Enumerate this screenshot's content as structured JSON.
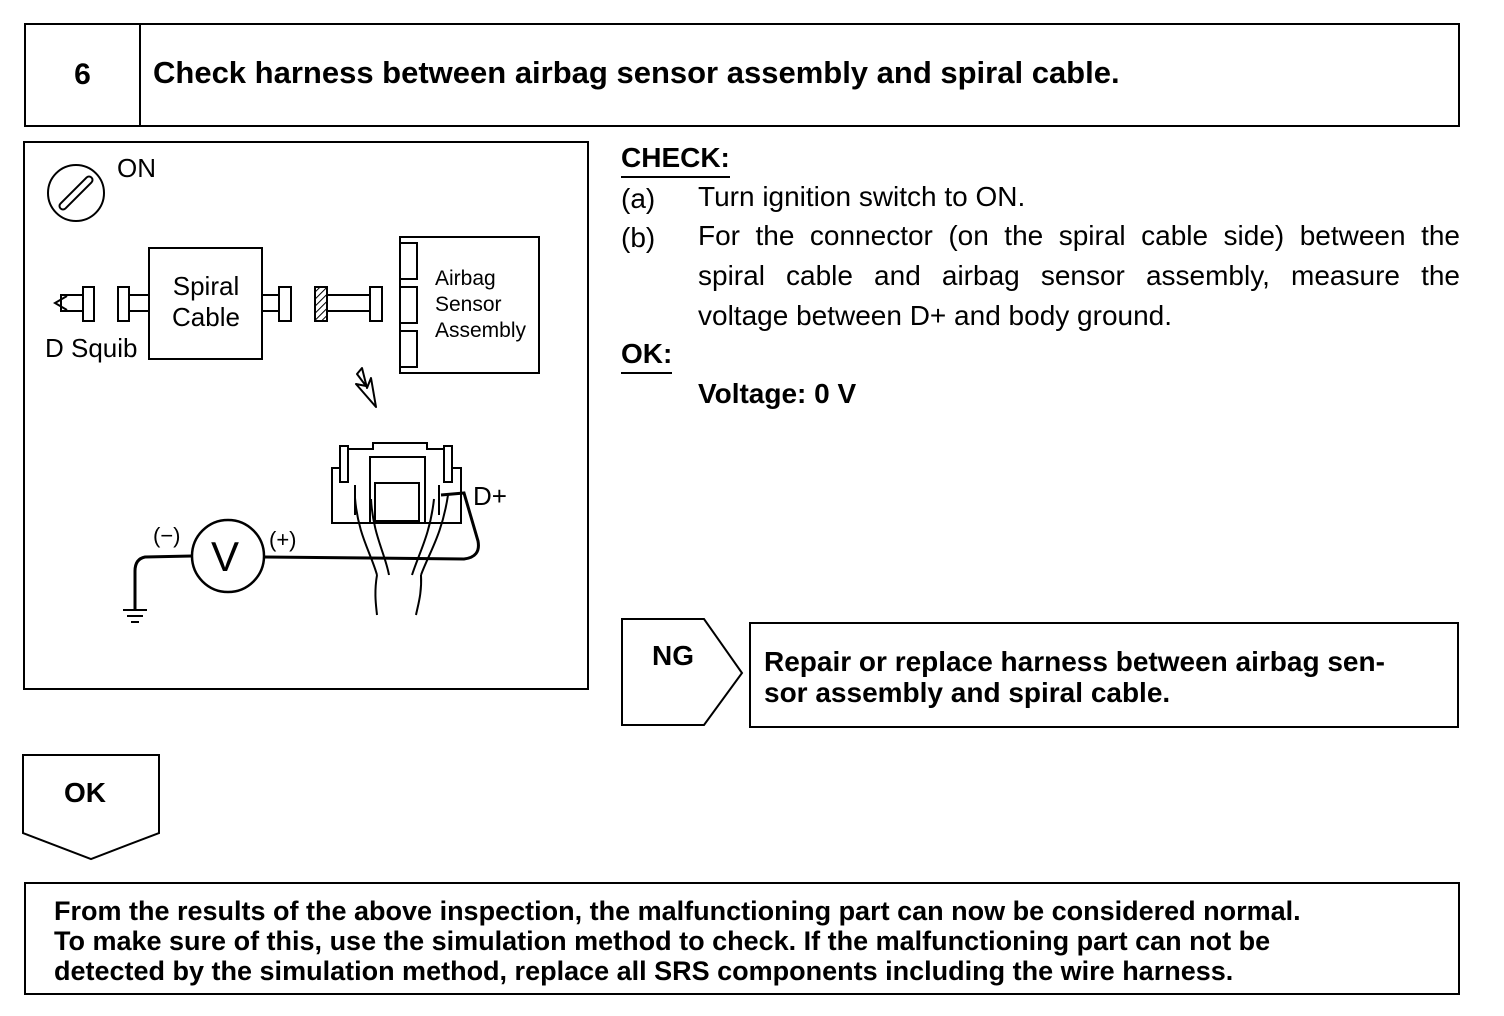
{
  "step": {
    "number": "6",
    "title": "Check harness between airbag sensor assembly and spiral cable."
  },
  "diagram": {
    "ignition_label": "ON",
    "spiral_cable_label": "Spiral\nCable",
    "airbag_sensor_label": "Airbag\nSensor\nAssembly",
    "d_squib_label": "D Squib",
    "d_plus_label": "D+",
    "negative_label": "(−)",
    "positive_label": "(+)",
    "meter_label": "V"
  },
  "check": {
    "heading": "CHECK:",
    "items": [
      {
        "key": "(a)",
        "text": "Turn ignition switch to ON."
      },
      {
        "key": "(b)",
        "text": "For the connector (on the spiral cable side) between the spiral cable and airbag sensor assembly, measure the voltage between D+ and body ground."
      }
    ]
  },
  "ok": {
    "heading": "OK:",
    "spec": "Voltage: 0 V"
  },
  "ng_branch": {
    "label": "NG",
    "action": "Repair or replace harness between airbag sen-\nsor assembly and spiral cable."
  },
  "ok_branch": {
    "label": "OK"
  },
  "conclusion": {
    "text": "From the results of the above inspection, the malfunctioning part can now be considered normal.\nTo make sure of this, use the simulation method to check. If the malfunctioning part can not be\ndetected by the simulation method, replace all SRS components including the wire harness."
  }
}
